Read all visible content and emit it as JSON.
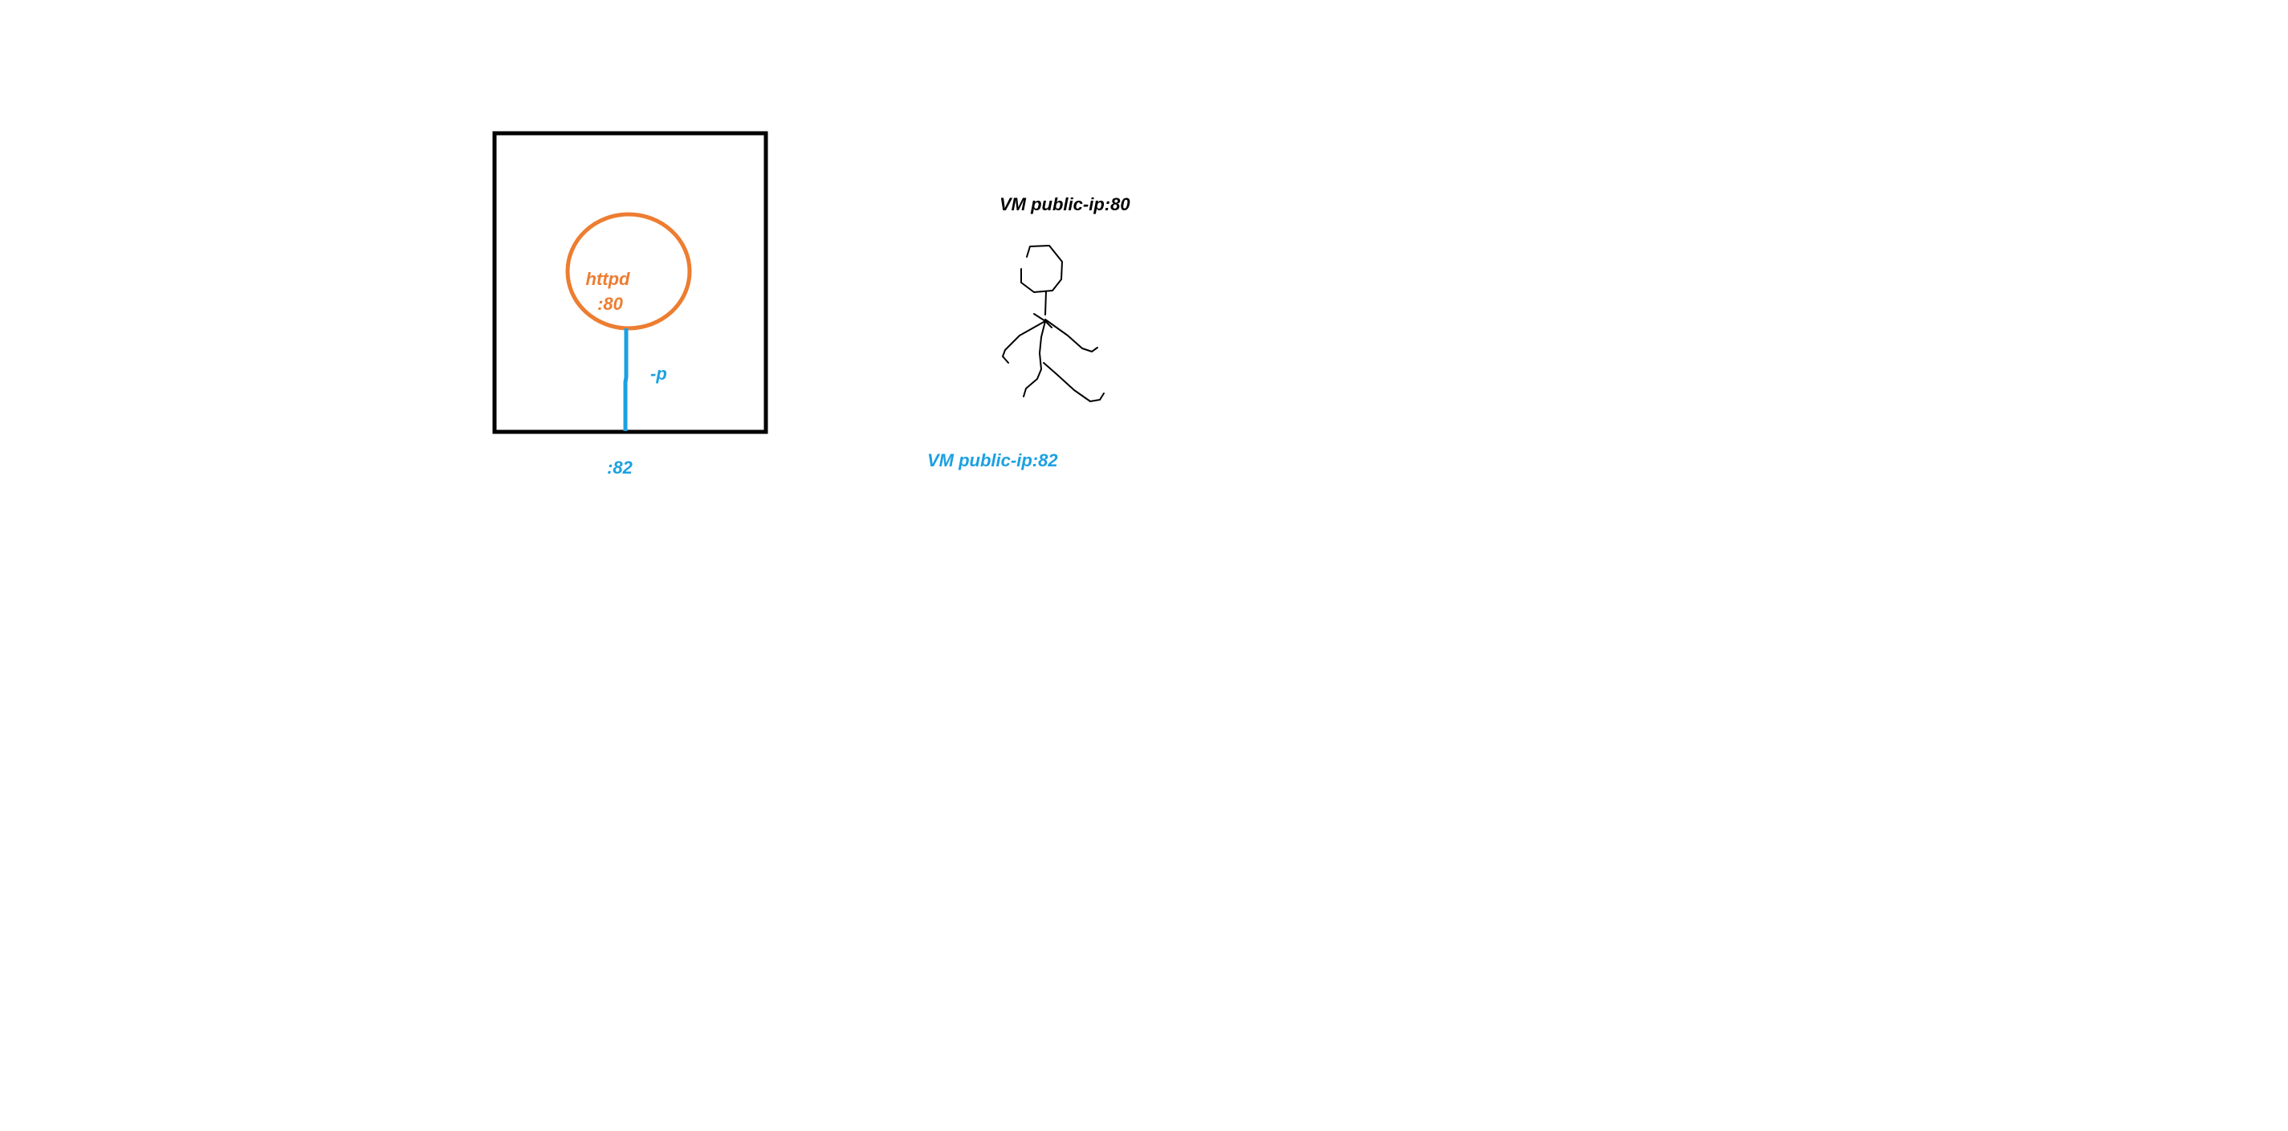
{
  "diagram": {
    "container_label_top": "httpd",
    "container_label_port": ":80",
    "flag_label": "-p",
    "host_port_label": ":82",
    "user_label_black": "VM public-ip:80",
    "user_label_blue": "VM public-ip:82"
  },
  "colors": {
    "box_stroke": "#000000",
    "container": "#ED7D31",
    "port_mapping": "#1BA1E2",
    "person": "#000000"
  },
  "icons": {
    "person": "stick-figure-person-icon"
  }
}
